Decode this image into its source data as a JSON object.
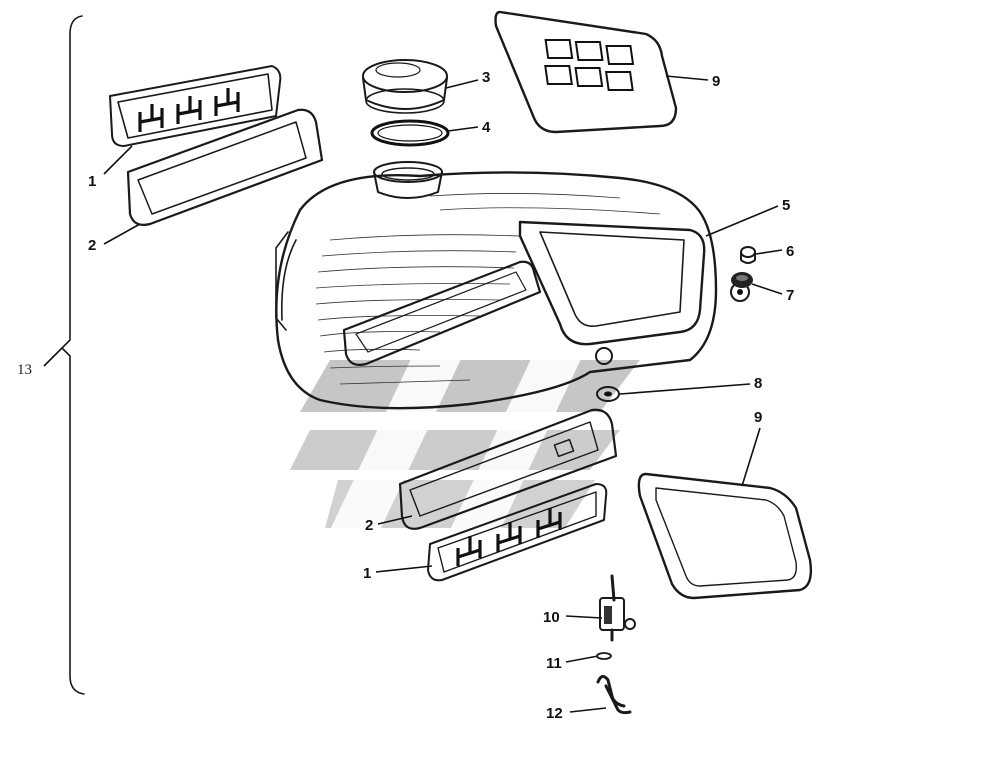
{
  "diagram": {
    "group_label": "13",
    "callouts": [
      {
        "id": "c1a",
        "label": "1"
      },
      {
        "id": "c2a",
        "label": "2"
      },
      {
        "id": "c3",
        "label": "3"
      },
      {
        "id": "c4",
        "label": "4"
      },
      {
        "id": "c5",
        "label": "5"
      },
      {
        "id": "c6",
        "label": "6"
      },
      {
        "id": "c7",
        "label": "7"
      },
      {
        "id": "c8",
        "label": "8"
      },
      {
        "id": "c9a",
        "label": "9"
      },
      {
        "id": "c9b",
        "label": "9"
      },
      {
        "id": "c2b",
        "label": "2"
      },
      {
        "id": "c1b",
        "label": "1"
      },
      {
        "id": "c10",
        "label": "10"
      },
      {
        "id": "c11",
        "label": "11"
      },
      {
        "id": "c12",
        "label": "12"
      }
    ]
  },
  "colors": {
    "ink": "#1a1a1a",
    "watermark": "#b9b9b9",
    "background": "#ffffff"
  },
  "icons": {
    "watermark": "brand-logo-watermark"
  }
}
